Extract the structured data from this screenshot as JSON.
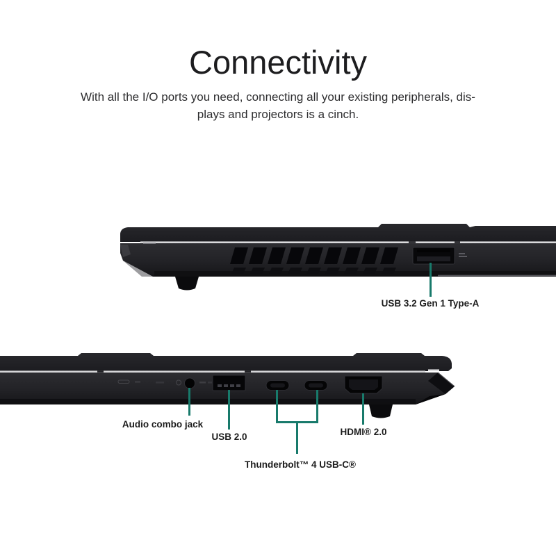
{
  "header": {
    "title": "Connectivity",
    "subtitle_line1": "With all the I/O ports you need, connecting all your existing peripherals, dis-",
    "subtitle_line2": "plays and projectors is a cinch."
  },
  "colors": {
    "accent_teal": "#187a6b",
    "label_text": "#1b1b1b",
    "laptop_body_dark": "#242428",
    "background": "#ffffff"
  },
  "laptop_top": {
    "description": "laptop left-side profile with air vents and USB Type-A port",
    "callouts": {
      "usb32": {
        "label": "USB 3.2 Gen 1 Type-A"
      }
    }
  },
  "laptop_bottom": {
    "description": "laptop left-side profile with audio jack, USB-A, two USB-C and HDMI ports",
    "callouts": {
      "audio": {
        "label": "Audio combo jack"
      },
      "usb20": {
        "label": "USB 2.0"
      },
      "thunderbolt": {
        "label": "Thunderbolt™ 4 USB-C®"
      },
      "hdmi": {
        "label": "HDMI® 2.0"
      }
    }
  }
}
